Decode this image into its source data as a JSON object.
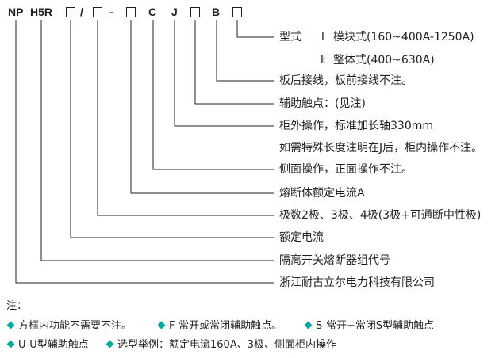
{
  "model_code": {
    "prefix": "NP",
    "series": "H5R",
    "slash": "/",
    "dash": "-",
    "c": "C",
    "j": "J",
    "b": "B"
  },
  "descriptions": {
    "type_label": "型式",
    "type_i_roman": "Ⅰ",
    "type_i_text": "模块式(160~400A-1250A)",
    "type_ii_roman": "Ⅱ",
    "type_ii_text": "整体式(400~630A)",
    "rear_wiring": "板后接线，板前接线不注。",
    "aux_contacts": "辅助触点：(见注)",
    "external_op": "柜外操作，标准加长轴330mm",
    "external_op_note": "如需特殊长度注明在J后，柜内操作不注。",
    "side_op": "侧面操作，正面操作不注。",
    "fuse_current": "熔断体额定电流A",
    "poles": "极数2极、3极、4极(3极+可通断中性极)",
    "rated_current": "额定电流",
    "series_code": "隔离开关熔断器组代号",
    "company": "浙江耐古立尔电力科技有限公司"
  },
  "notes": {
    "title": "注：",
    "items": [
      "方框内功能不需要不注。",
      "F-常开或常闭辅助触点。",
      "S-常开+常闭S型辅助触点",
      "U-U型辅助触点",
      "选型举例：额定电流160A、3极、侧面柜内操作"
    ]
  },
  "colors": {
    "line": "#231f20",
    "text": "#231f20",
    "bullet": "#00a99d"
  },
  "icons": {
    "note_bullet": "diamond-bullet-icon",
    "option_box": "empty-square-icon"
  }
}
